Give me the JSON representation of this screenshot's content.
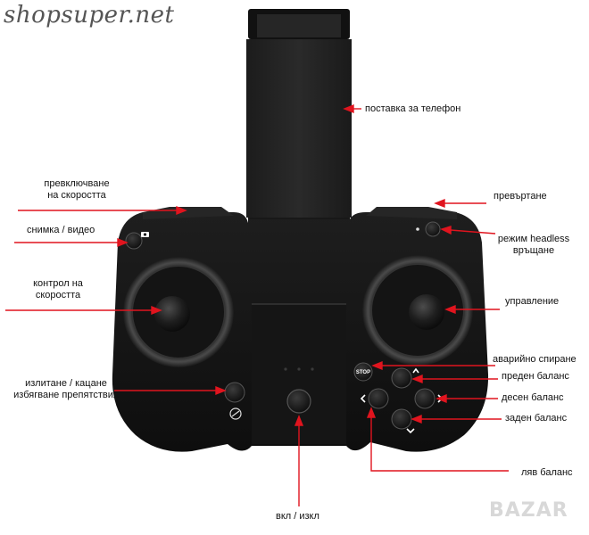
{
  "watermark": {
    "site": "shopsuper.net",
    "logo": "BAZAR"
  },
  "colors": {
    "arrow": "#e0141e",
    "body": "#141414",
    "accent": "#2a2a2a"
  },
  "controller": {
    "stop_label": "STOP"
  },
  "labels": {
    "phone_holder": "поставка за телефон",
    "speed_switch_line1": "превключване",
    "speed_switch_line2": "на скоростта",
    "photo_video": "снимка / видео",
    "speed_control_line1": "контрол на",
    "speed_control_line2": "скоростта",
    "takeoff_line1": "излитане / кацане",
    "takeoff_line2": "избягване препятствия",
    "power": "вкл / изкл",
    "flip": "превъртане",
    "headless_line1": "режим headless",
    "headless_line2": "връщане",
    "steering": "управление",
    "emergency_stop": "аварийно спиране",
    "front_trim": "преден баланс",
    "right_trim": "десен баланс",
    "back_trim": "заден баланс",
    "left_trim": "ляв баланс"
  },
  "icons": [
    "camera-icon",
    "arrow-up-icon",
    "arrow-right-icon",
    "arrow-down-icon",
    "arrow-left-icon",
    "obstacle-icon"
  ]
}
